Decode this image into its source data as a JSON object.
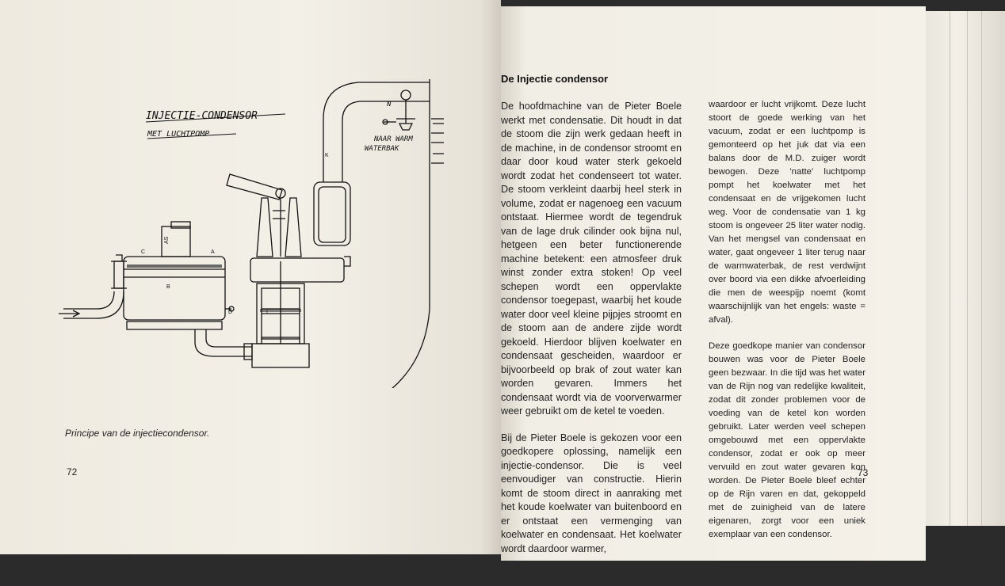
{
  "left_page": {
    "diagram": {
      "title_line1": "INJECTIE-CONDENSOR",
      "title_line2": "MET LUCHTPOMP",
      "note_line1": "NAAR WARM",
      "note_line2": "WATERBAK",
      "labels": {
        "n": "N",
        "k": "K",
        "as": "AS",
        "c": "C",
        "a": "A",
        "b": "B",
        "d": "D",
        "l": "L"
      }
    },
    "caption": "Principe van de injectiecondensor.",
    "page_number": "72"
  },
  "right_page": {
    "heading": "De Injectie condensor",
    "column1": [
      "De hoofdmachine van de Pieter Boele werkt met condensatie. Dit houdt in dat de stoom die zijn werk gedaan heeft in de machine, in de condensor stroomt en daar door koud water sterk gekoeld wordt zodat het condenseert tot water. De stoom verkleint daarbij heel sterk in volume, zodat er nagenoeg een vacuum ontstaat. Hiermee wordt de tegendruk van de lage druk cilinder ook bijna nul, hetgeen een beter functionerende machine betekent: een atmosfeer druk winst zonder extra stoken! Op veel schepen wordt een oppervlakte condensor toegepast, waarbij het koude water door veel kleine pijpjes stroomt en de stoom aan de andere zijde wordt gekoeld. Hierdoor blijven koelwater en condensaat gescheiden, waardoor er bijvoorbeeld op brak of zout water kan worden gevaren. Immers het condensaat wordt via de voorverwarmer weer gebruikt om de ketel te voeden.",
      "Bij de Pieter Boele is gekozen voor een goedkopere oplossing, namelijk een injectie-condensor. Die is veel eenvoudiger van constructie. Hierin komt de stoom direct in aanraking met het koude koelwater van buitenboord en er ontstaat een vermenging van koelwater en condensaat. Het koelwater wordt daardoor warmer,"
    ],
    "column2": [
      "waardoor er lucht vrijkomt. Deze lucht stoort de goede werking van het vacuum, zodat er een luchtpomp is gemonteerd op het juk dat via een balans door de M.D. zuiger wordt bewogen. Deze 'natte' luchtpomp pompt het koelwater met het condensaat en de vrijgekomen lucht weg. Voor de condensatie van 1 kg stoom is ongeveer 25 liter water nodig. Van het mengsel van condensaat en water, gaat ongeveer 1 liter terug naar de warmwaterbak, de rest verdwijnt over boord via een dikke afvoerleiding die men de weespijp noemt (komt waarschijnlijk van het engels: waste = afval).",
      "Deze goedkope manier van condensor bouwen was voor de Pieter Boele geen bezwaar. In die tijd was het water van de Rijn nog van redelijke kwaliteit, zodat dit zonder problemen voor de voeding van de ketel kon worden gebruikt. Later werden veel schepen omgebouwd met een oppervlakte condensor, zodat er ook op meer vervuild en zout water gevaren kon worden. De Pieter Boele bleef echter op de Rijn varen en dat, gekoppeld met de zuinigheid van de latere eigenaren, zorgt voor een uniek exemplaar van een condensor."
    ],
    "page_number": "73"
  }
}
